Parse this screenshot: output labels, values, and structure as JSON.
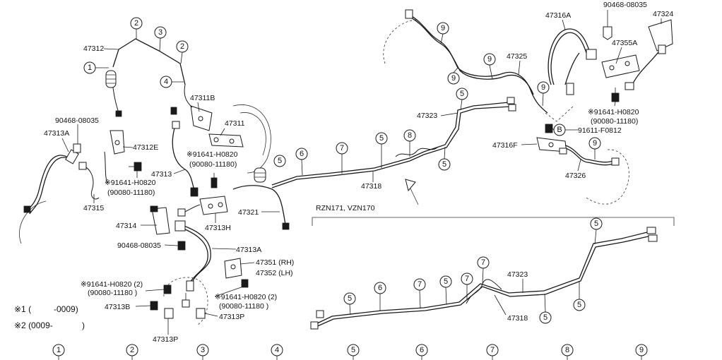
{
  "labels": {
    "p47312": "47312",
    "p47311B": "47311B",
    "p90468_08035_a": "90468-08035",
    "p47313A_a": "47313A",
    "p47311": "47311",
    "p47312E": "47312E",
    "p91641_a": "※91641-H0820",
    "p90080_a": "(90080-11180)",
    "p91641_b": "※91641-H0820",
    "p90080_b": "(90080-11180)",
    "p47313": "47313",
    "p47315": "47315",
    "p47321": "47321",
    "p47313H": "47313H",
    "p47314": "47314",
    "p90468_08035_b": "90468-08035",
    "p47313A_b": "47313A",
    "p47351": "47351 (RH)",
    "p47352": "47352 (LH)",
    "p91641_c": "※91641-H0820 (2)",
    "p90080_c": "(90080-11180 )",
    "p91641_d": "※91641-H0820 (2)",
    "p90080_d": "(90080-11180 )",
    "p47313B": "47313B",
    "p47313P_a": "47313P",
    "p47313P_b": "47313P",
    "p47318_a": "47318",
    "p47323_a": "47323",
    "p47325": "47325",
    "p47316A": "47316A",
    "p90468_08035_c": "90468-08035",
    "p47324": "47324",
    "p47355A": "47355A",
    "p91641_e": "※91641-H0820",
    "p90080_e": "(90080-11180)",
    "p91611": "91611-F0812",
    "p47316F": "47316F",
    "p47326": "47326",
    "model_variant": "RZN171, VZN170",
    "p47323_b": "47323",
    "p47318_b": "47318"
  },
  "callout_symbols": {
    "c1": "1",
    "c2": "2",
    "c3": "3",
    "c4": "4",
    "c5": "5",
    "c6": "6",
    "c7": "7",
    "c8": "8",
    "c9": "9",
    "cB": "B"
  },
  "notes": {
    "note1_mark": "※1 (",
    "note1_range": "-0009)",
    "note2_mark": "※2 (0009-",
    "note2_close": ")"
  },
  "legend_row": [
    "1",
    "2",
    "3",
    "4",
    "5",
    "6",
    "7",
    "8",
    "9"
  ]
}
